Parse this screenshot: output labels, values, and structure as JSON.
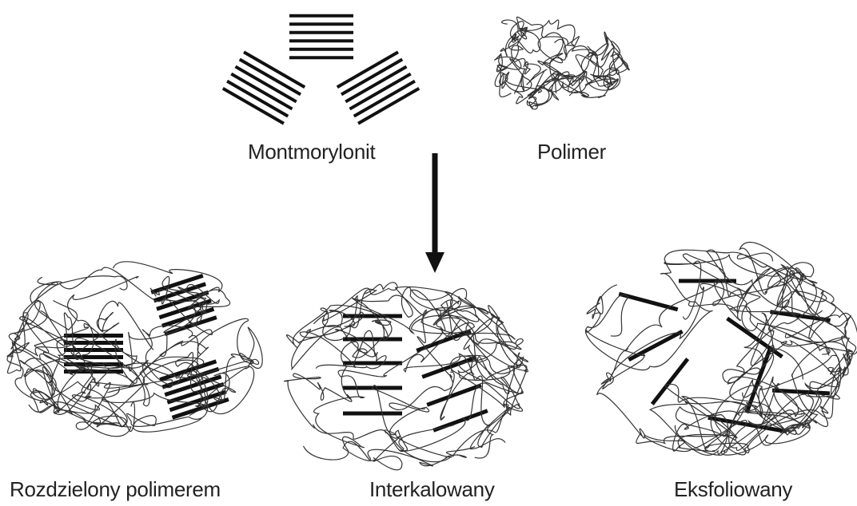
{
  "labels": {
    "montmorillonite": "Montmorylonit",
    "polymer": "Polimer",
    "separated": "Rozdzielony polimerem",
    "intercalated": "Interkalowany",
    "exfoliated": "Eksfoliowany"
  },
  "colors": {
    "ink": "#111111",
    "chain": "#333333",
    "background": "#ffffff"
  }
}
